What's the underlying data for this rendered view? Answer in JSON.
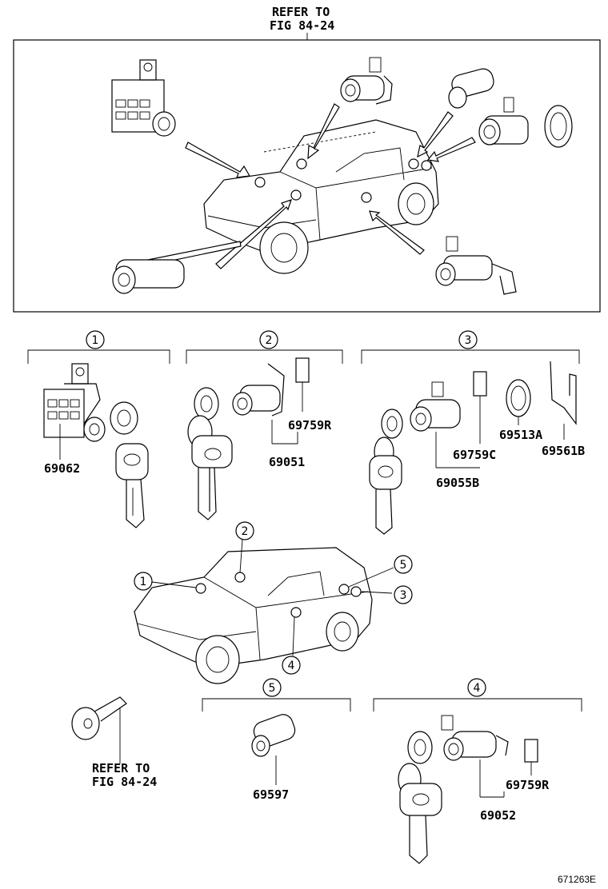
{
  "refer_top": {
    "line1": "REFER TO",
    "line2": "FIG 84-24"
  },
  "refer_bottom": {
    "line1": "REFER TO",
    "line2": "FIG 84-24"
  },
  "groups": [
    {
      "index": "1"
    },
    {
      "index": "2"
    },
    {
      "index": "3"
    },
    {
      "index": "4"
    },
    {
      "index": "5"
    }
  ],
  "parts": {
    "p69062": "69062",
    "p69759R_a": "69759R",
    "p69051": "69051",
    "p69055B": "69055B",
    "p69759C": "69759C",
    "p69513A": "69513A",
    "p69561B": "69561B",
    "p69597": "69597",
    "p69759R_b": "69759R",
    "p69052": "69052"
  },
  "car_callouts": [
    "1",
    "2",
    "3",
    "4",
    "5"
  ],
  "figure_id": "671263E"
}
